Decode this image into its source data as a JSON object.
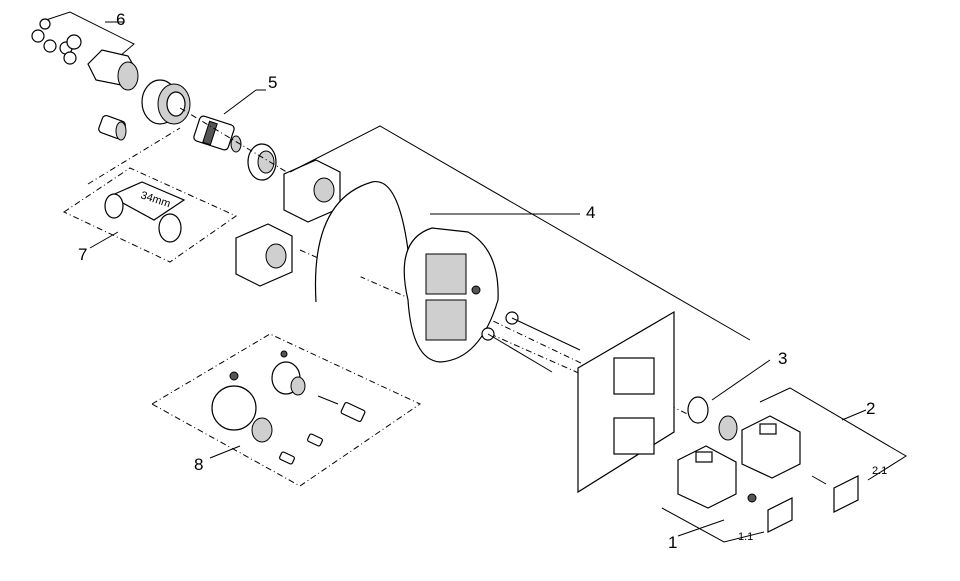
{
  "callouts": {
    "c1": "1",
    "c1_1": "1.1",
    "c2": "2",
    "c2_1": "2.1",
    "c3": "3",
    "c4": "4",
    "c5": "5",
    "c6": "6",
    "c7": "7",
    "c8": "8"
  },
  "tool_label": "34mm"
}
